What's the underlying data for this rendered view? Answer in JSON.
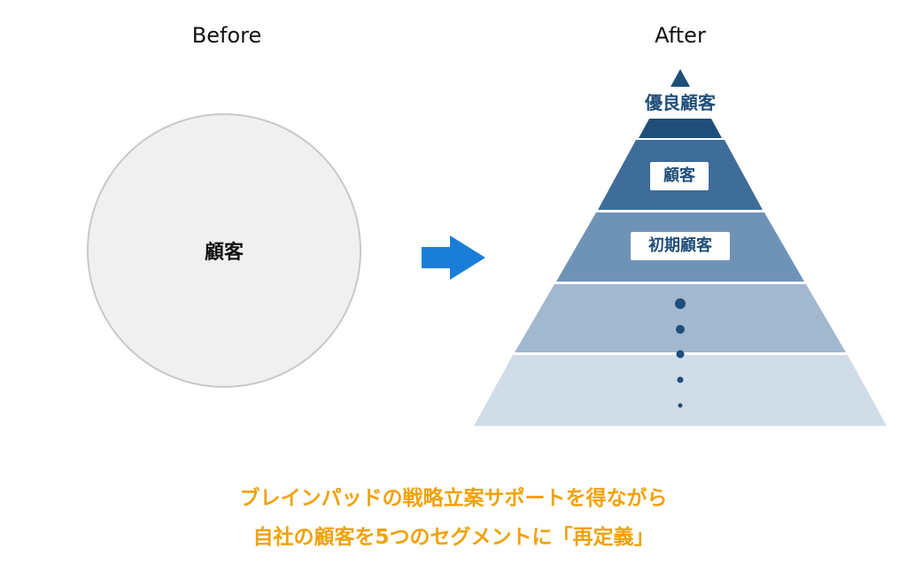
{
  "before": {
    "title": "Before",
    "circle_label": "顧客"
  },
  "after": {
    "title": "After",
    "pyramid_labels": {
      "top": "優良顧客",
      "middle": "顧客",
      "lower": "初期顧客"
    }
  },
  "colors": {
    "tier1": "#1f4e79",
    "tier2": "#3e6d99",
    "tier3": "#6f93b6",
    "tier4": "#a2b8cf",
    "tier5": "#d0dce8",
    "arrow": "#1a7ed8",
    "caption": "#f0a20a"
  },
  "caption": {
    "line1": "ブレインパッドの戦略立案サポートを得ながら",
    "line2": "自社の顧客を5つのセグメントに「再定義」"
  }
}
